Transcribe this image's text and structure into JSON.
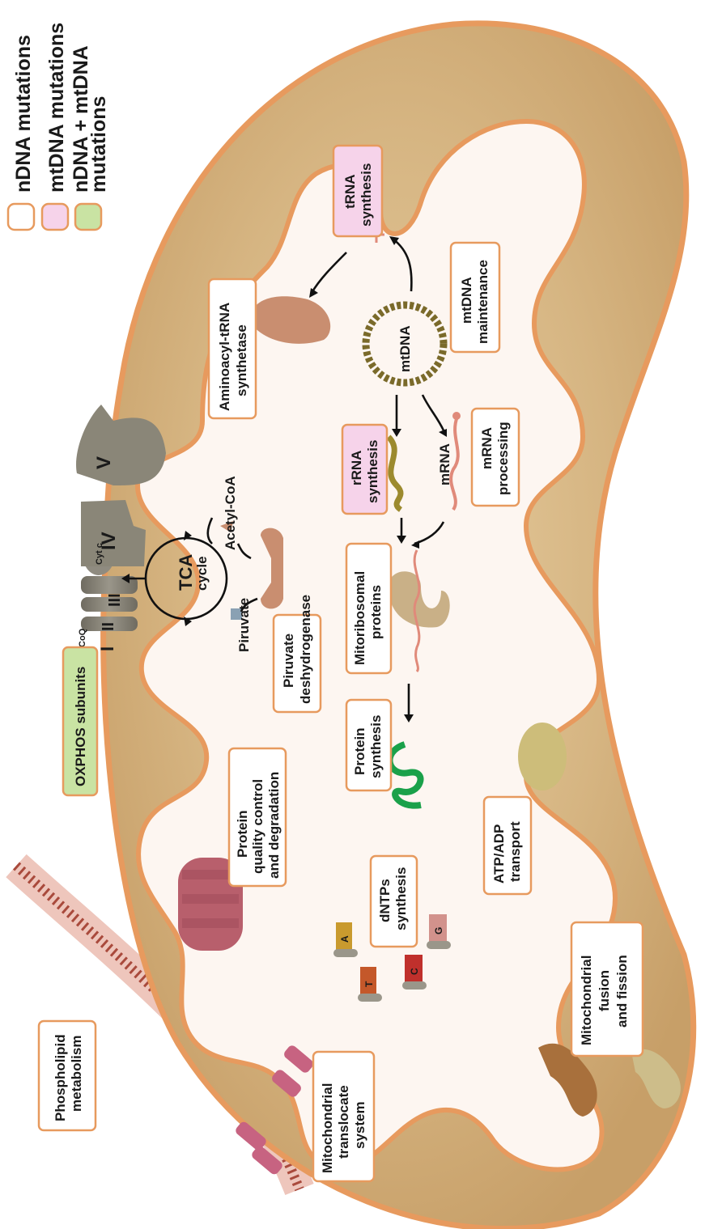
{
  "legend": {
    "items": [
      {
        "label": "nDNA mutations",
        "color": "#ffffff"
      },
      {
        "label": "mtDNA mutations",
        "color": "#f6d3ea"
      },
      {
        "label": "nDNA + mtDNA",
        "color": "#c9e3a3"
      }
    ],
    "label_cont": "mutations"
  },
  "colors": {
    "membrane_outer": "#e79a5e",
    "matrix": "#d8b888",
    "cristae_space": "#fdf6f1",
    "complex_gray": "#8a8678"
  },
  "labels": {
    "phospholipid": [
      "Phospholipid",
      "metabolism"
    ],
    "translocate": [
      "Mitochondrial",
      "translocate",
      "system"
    ],
    "oxphos": "OXPHOS subunits",
    "protein_qc": [
      "Protein",
      "quality control",
      "and degradation"
    ],
    "pdh": [
      "Piruvate",
      "deshydrogenase"
    ],
    "aminoacyl": [
      "Aminoacyl-tRNA",
      "synthetase"
    ],
    "trna": [
      "tRNA",
      "synthesis"
    ],
    "mtdna_maint": [
      "mtDNA",
      "maintenance"
    ],
    "rrna": [
      "rRNA",
      "synthesis"
    ],
    "mrna_proc": [
      "mRNA",
      "processing"
    ],
    "mitoribosomal": [
      "Mitoribosomal",
      "proteins"
    ],
    "protein_syn": [
      "Protein",
      "synthesis"
    ],
    "atp_adp": [
      "ATP/ADP",
      "transport"
    ],
    "dntps": [
      "dNTPs",
      "synthesis"
    ],
    "fusion": [
      "Mitochondrial",
      "fusion",
      "and fission"
    ]
  },
  "pathway": {
    "tca": "TCA",
    "tca_sub": "cycle",
    "acetyl": "Acetyl-CoA",
    "piruvate": "Piruvate",
    "mtdna": "mtDNA",
    "mrna": "mRNA",
    "cytc": "Cyt c",
    "coq": "CoQ",
    "complexes": [
      "I",
      "II",
      "III",
      "IV",
      "V"
    ],
    "nucleotides": [
      "A",
      "T",
      "C",
      "G"
    ]
  }
}
